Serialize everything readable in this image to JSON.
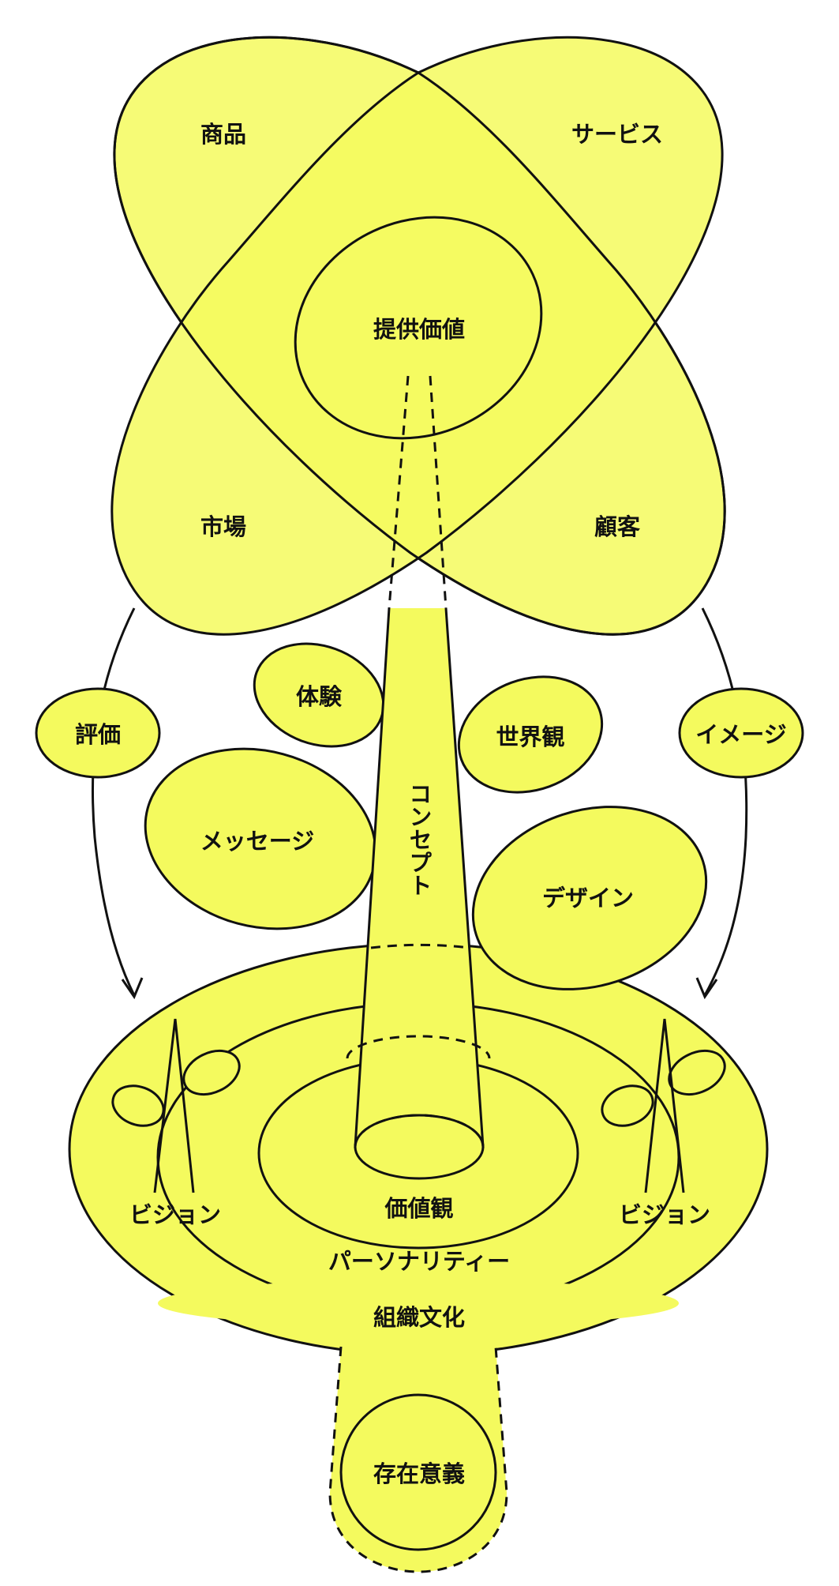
{
  "colors": {
    "fill": "#f4fa5e",
    "stroke": "#111111",
    "background": "#ffffff"
  },
  "labels": {
    "product": "商品",
    "service": "サービス",
    "market": "市場",
    "customer": "顧客",
    "value_offered": "提供価値",
    "evaluation": "評価",
    "image": "イメージ",
    "experience": "体験",
    "worldview": "世界観",
    "message": "メッセージ",
    "design": "デザイン",
    "concept": "コンセプト",
    "vision_left": "ビジョン",
    "vision_right": "ビジョン",
    "values": "価値観",
    "personality": "パーソナリティー",
    "org_culture": "組織文化",
    "purpose": "存在意義"
  },
  "icons": {
    "arrow_left": "arrow-down-curve-icon",
    "arrow_right": "arrow-down-curve-icon"
  }
}
